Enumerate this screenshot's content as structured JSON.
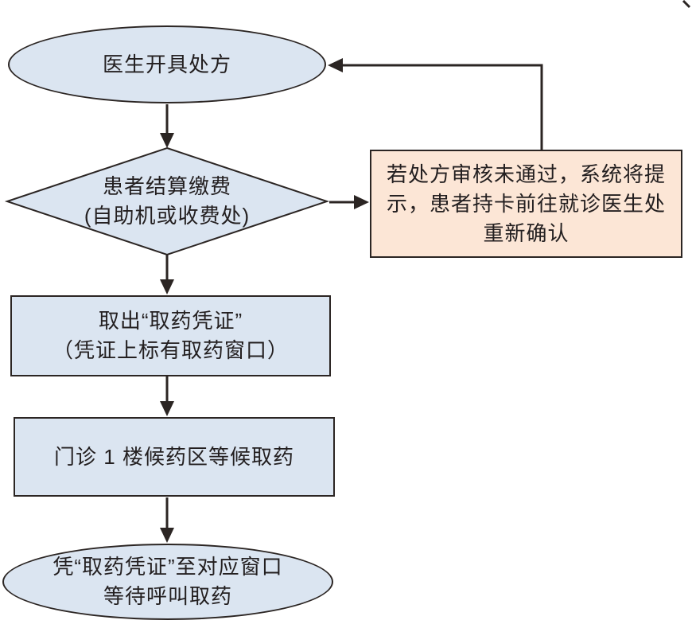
{
  "diagram": {
    "title": "outpatient-pharmacy-flowchart",
    "colors": {
      "shape_fill": "#dbe5f1",
      "note_fill": "#fce6d6",
      "stroke": "#2b2523",
      "text": "#231f20"
    },
    "nodes": {
      "start": {
        "shape": "ellipse",
        "line1": "医生开具处方"
      },
      "decision": {
        "shape": "diamond",
        "line1": "患者结算缴费",
        "line2": "(自助机或收费处)"
      },
      "note": {
        "shape": "rect",
        "line1": "若处方审核未通过，系统将提",
        "line2": "示，患者持卡前往就诊医生处",
        "line3": "重新确认"
      },
      "voucher": {
        "shape": "rect",
        "line1": "取出“取药凭证”",
        "line2": "（凭证上标有取药窗口）"
      },
      "waiting": {
        "shape": "rect",
        "line1": "门诊 1 楼候药区等候取药"
      },
      "end": {
        "shape": "ellipse",
        "line1": "凭“取药凭证”至对应窗口",
        "line2": "等待呼叫取药"
      }
    },
    "edges": [
      "start -> decision",
      "decision -> note",
      "note -> start",
      "decision -> voucher",
      "voucher -> waiting",
      "waiting -> end"
    ]
  }
}
